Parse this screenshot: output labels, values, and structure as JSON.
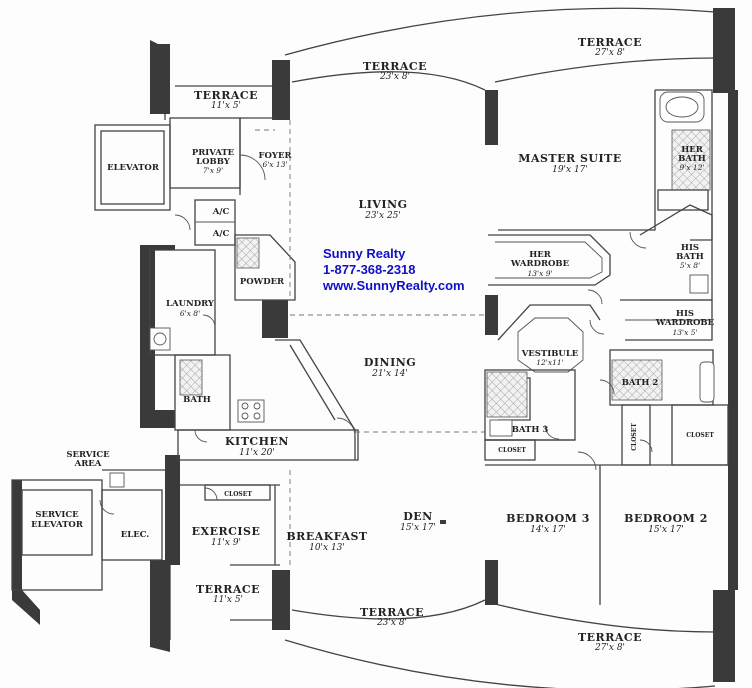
{
  "rooms": {
    "terrace_top_left": {
      "name": "TERRACE",
      "dim": "11'x 5'"
    },
    "terrace_top_mid": {
      "name": "TERRACE",
      "dim": "23'x 8'"
    },
    "terrace_top_right": {
      "name": "TERRACE",
      "dim": "27'x 8'"
    },
    "elevator": {
      "name": "ELEVATOR"
    },
    "private_lobby": {
      "name_line1": "PRIVATE",
      "name_line2": "LOBBY",
      "dim": "7'x 9'"
    },
    "foyer": {
      "name": "FOYER",
      "dim": "6'x 13'"
    },
    "living": {
      "name": "LIVING",
      "dim": "23'x 25'"
    },
    "master_suite": {
      "name": "MASTER SUITE",
      "dim": "19'x 17'"
    },
    "her_bath": {
      "name_line1": "HER",
      "name_line2": "BATH",
      "dim": "9'x 12'"
    },
    "her_wardrobe": {
      "name_line1": "HER",
      "name_line2": "WARDROBE",
      "dim": "13'x 9'"
    },
    "his_bath": {
      "name_line1": "HIS",
      "name_line2": "BATH",
      "dim": "5'x 8'"
    },
    "his_wardrobe": {
      "name_line1": "HIS",
      "name_line2": "WARDROBE",
      "dim": "13'x 5'"
    },
    "ac1": {
      "name": "A/C"
    },
    "ac2": {
      "name": "A/C"
    },
    "powder": {
      "name": "POWDER"
    },
    "laundry": {
      "name": "LAUNDRY",
      "dim": "6'x 8'"
    },
    "dining": {
      "name": "DINING",
      "dim": "21'x 14'"
    },
    "vestibule": {
      "name": "VESTIBULE",
      "dim": "12'x11'"
    },
    "bath_left": {
      "name": "BATH"
    },
    "bath2": {
      "name": "BATH 2"
    },
    "bath3": {
      "name": "BATH 3"
    },
    "kitchen": {
      "name": "KITCHEN",
      "dim": "11'x 20'"
    },
    "service_area": {
      "name_line1": "SERVICE",
      "name_line2": "AREA"
    },
    "service_elevator": {
      "name_line1": "SERVICE",
      "name_line2": "ELEVATOR"
    },
    "elec": {
      "name": "ELEC."
    },
    "closet_exercise": {
      "name": "CLOSET"
    },
    "closet_bed3": {
      "name": "CLOSET"
    },
    "closet_bed2a": {
      "name": "CLOSET"
    },
    "closet_bed2b": {
      "name": "CLOSET"
    },
    "exercise": {
      "name": "EXERCISE",
      "dim": "11'x 9'"
    },
    "breakfast": {
      "name": "BREAKFAST",
      "dim": "10'x 13'"
    },
    "den": {
      "name": "DEN",
      "dim": "15'x 17'"
    },
    "bedroom3": {
      "name": "BEDROOM 3",
      "dim": "14'x 17'"
    },
    "bedroom2": {
      "name": "BEDROOM 2",
      "dim": "15'x 17'"
    },
    "terrace_bottom_left": {
      "name": "TERRACE",
      "dim": "11'x 5'"
    },
    "terrace_bottom_mid": {
      "name": "TERRACE",
      "dim": "23'x 8'"
    },
    "terrace_bottom_right": {
      "name": "TERRACE",
      "dim": "27'x 8'"
    }
  },
  "watermark": {
    "company": "Sunny Realty",
    "phone": "1-877-368-2318",
    "website": "www.SunnyRealty.com",
    "color": "#1010c8"
  }
}
